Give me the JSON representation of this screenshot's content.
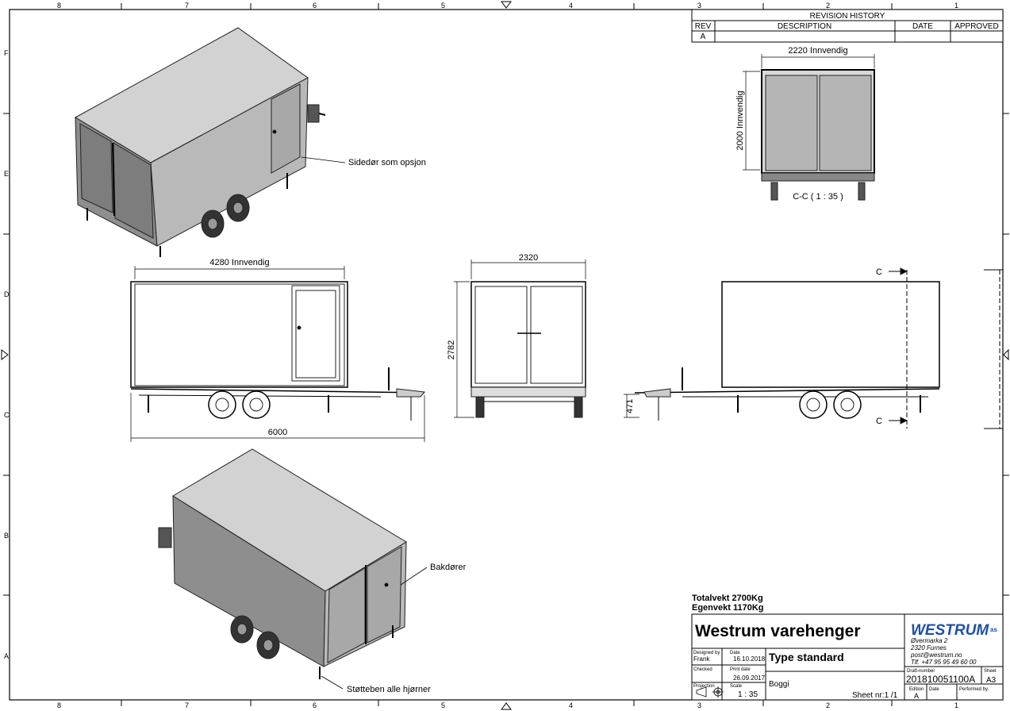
{
  "grid": {
    "cols": [
      "8",
      "7",
      "6",
      "5",
      "4",
      "3",
      "2",
      "1"
    ],
    "rows": [
      "F",
      "E",
      "D",
      "C",
      "B",
      "A"
    ]
  },
  "revision": {
    "title": "REVISION HISTORY",
    "headers": [
      "REV",
      "DESCRIPTION",
      "DATE",
      "APPROVED"
    ],
    "rows": [
      [
        "A",
        "",
        "",
        ""
      ]
    ]
  },
  "section": {
    "width_dim": "2220 Innvendig",
    "height_dim": "2000 Innvendig",
    "label": "C-C ( 1 : 35 )"
  },
  "side_view": {
    "inner_length": "4280 Innvendig",
    "total_length": "6000"
  },
  "rear_view": {
    "width": "2320",
    "height": "2782"
  },
  "other_side": {
    "section_mark_top": "C",
    "section_mark_bottom": "C",
    "frame_height": "471"
  },
  "callouts": {
    "side_door": "Sidedør som opsjon",
    "rear_doors": "Bakdører",
    "support_legs": "Støtteben alle hjørner"
  },
  "weights": {
    "total": "Totalvekt 2700Kg",
    "empty": "Egenvekt 1170Kg"
  },
  "title_block": {
    "title": "Westrum varehenger",
    "type": "Type standard",
    "subtype": "Boggi",
    "designed_by_label": "Designed by",
    "designed_by": "Frank",
    "date_label": "Date",
    "date": "16.10.2018",
    "checked_label": "Checked",
    "print_date_label": "Print date",
    "print_date": "26.09.2017",
    "projection_label": "Projection",
    "scale_label": "Scale",
    "scale": "1 : 35",
    "sheet_nr": "Sheet nr:1 /1",
    "logo": "WESTRUM",
    "logo_suffix": "as",
    "address": [
      "Øvermarka 2",
      "2320 Furnes",
      "post@westrum.no",
      "Tlf. +47 95 95 49 60 00"
    ],
    "draft_label": "Draft-number",
    "draft_number": "201810051100A",
    "sheet_label": "Sheet",
    "sheet_size": "A3",
    "edition_label": "Edition",
    "edition": "A",
    "edition_date_label": "Date",
    "performed_label": "Performed by."
  }
}
